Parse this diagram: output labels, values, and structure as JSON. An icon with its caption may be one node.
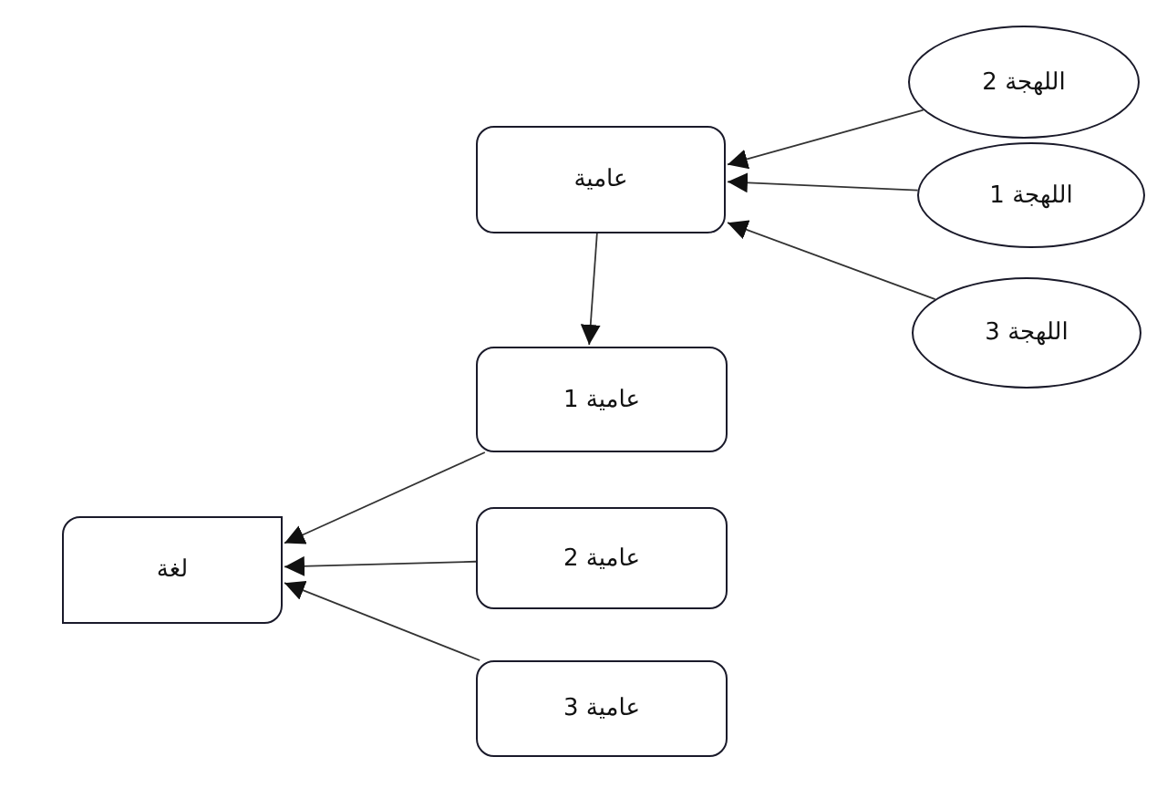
{
  "diagram": {
    "nodes": [
      {
        "text": [
          "اللهجة 2"
        ]
      },
      {
        "text": [
          "عامية"
        ]
      },
      {
        "text": [
          "اللهجة 1"
        ]
      },
      {
        "text": [
          "اللهجة 3"
        ]
      },
      {
        "text": [
          "عامية 1"
        ]
      },
      {
        "text": [
          "لغة"
        ]
      },
      {
        "text": [
          "عامية 2"
        ]
      },
      {
        "text": [
          "عامية 3"
        ]
      }
    ],
    "edges": [
      {
        "from": 0,
        "to": 1,
        "arrow": "to"
      },
      {
        "from": 2,
        "to": 1,
        "arrow": "to"
      },
      {
        "from": 3,
        "to": 1,
        "arrow": "to"
      },
      {
        "from": 1,
        "to": 4,
        "arrow": "to"
      },
      {
        "from": 4,
        "to": 5,
        "arrow": "to"
      },
      {
        "from": 6,
        "to": 5,
        "arrow": "to"
      },
      {
        "from": 7,
        "to": 5,
        "arrow": "to"
      }
    ]
  }
}
